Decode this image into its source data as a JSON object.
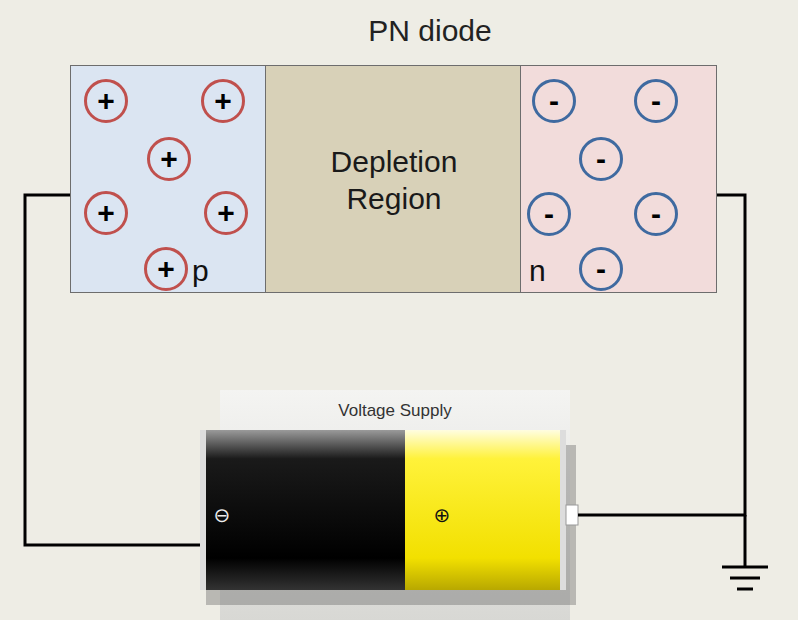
{
  "diagram": {
    "title": "PN diode",
    "nodes": [
      {
        "text": [
          "p"
        ]
      },
      {
        "text": [
          "+"
        ],
        "in": 0
      },
      {
        "text": [
          "+"
        ],
        "in": 0
      },
      {
        "text": [
          "+"
        ],
        "in": 0
      },
      {
        "text": [
          "+"
        ],
        "in": 0
      },
      {
        "text": [
          "+"
        ],
        "in": 0
      },
      {
        "text": [
          "+"
        ],
        "in": 0
      },
      {
        "text": [
          "Depletion Region"
        ]
      },
      {
        "text": [
          "n"
        ]
      },
      {
        "text": [
          "-"
        ],
        "in": 8
      },
      {
        "text": [
          "-"
        ],
        "in": 8
      },
      {
        "text": [
          "-"
        ],
        "in": 8
      },
      {
        "text": [
          "-"
        ],
        "in": 8
      },
      {
        "text": [
          "-"
        ],
        "in": 8
      },
      {
        "text": [
          "-"
        ],
        "in": 8
      },
      {
        "text": [
          "Voltage Supply",
          "⊖",
          "⊕"
        ]
      }
    ],
    "edges": [
      {
        "from": 0,
        "to": 15,
        "arrow": "none"
      },
      {
        "from": 8,
        "to": 15,
        "arrow": "none"
      }
    ]
  }
}
